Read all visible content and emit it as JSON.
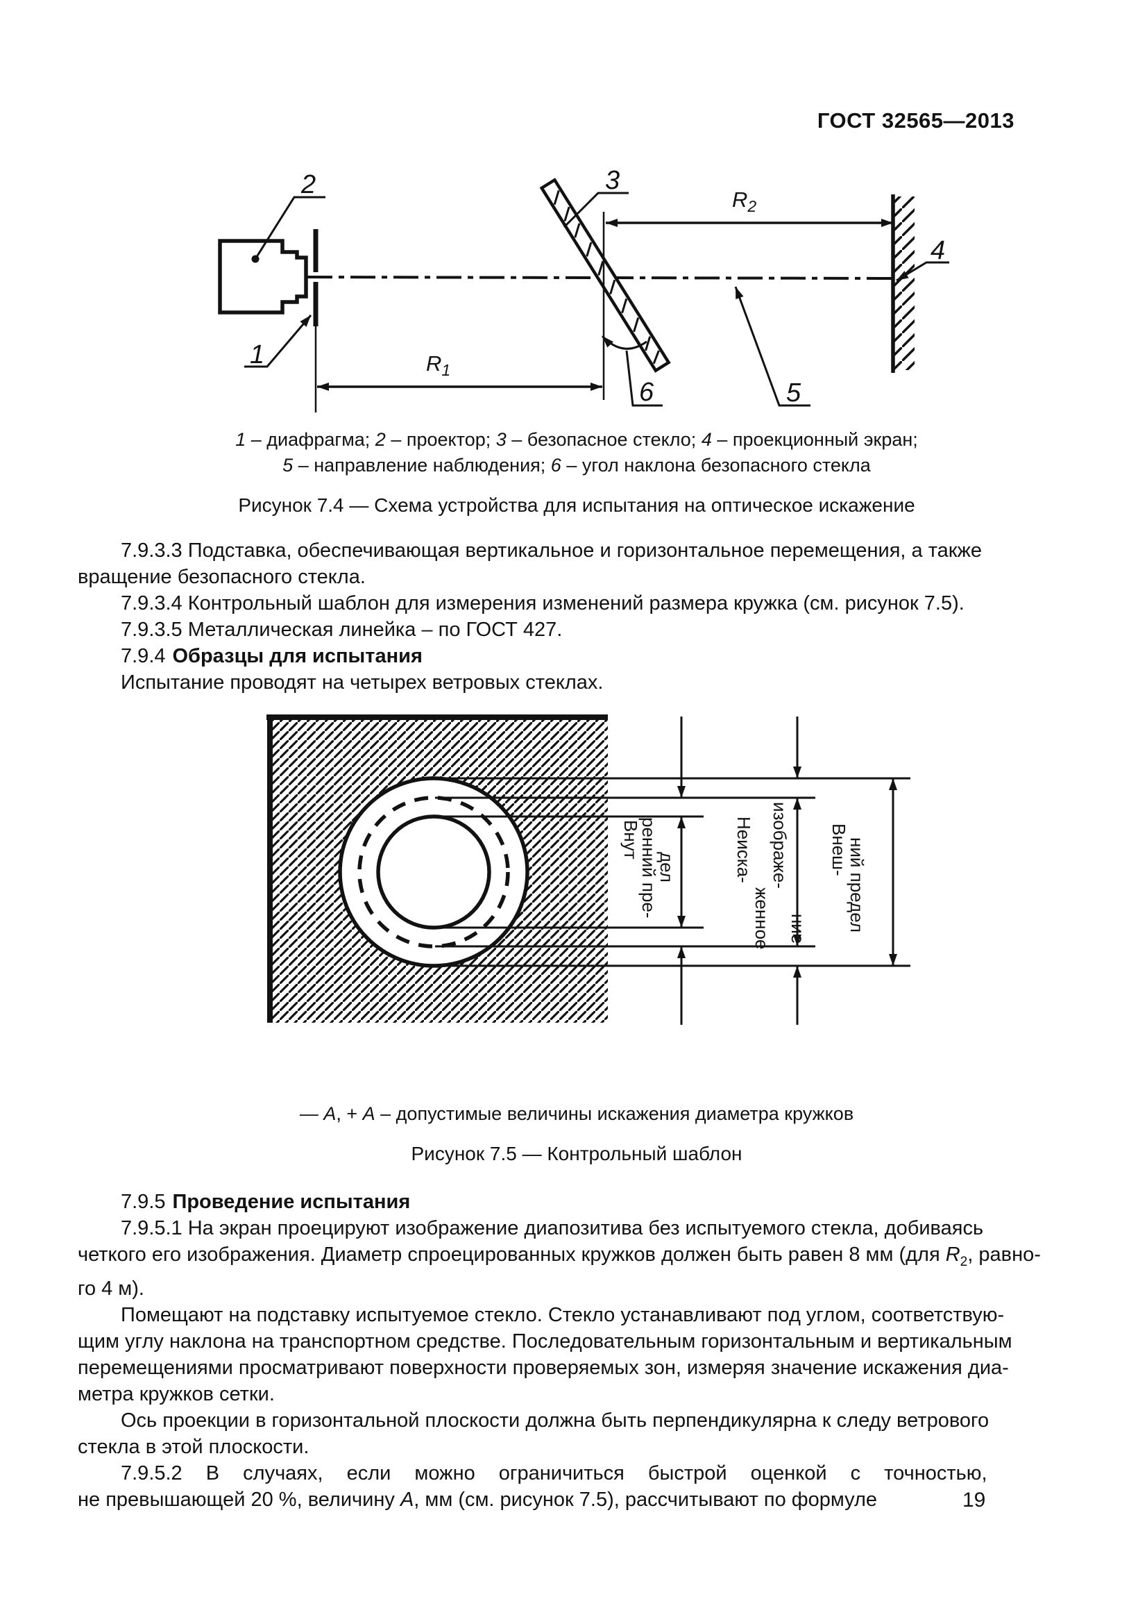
{
  "doc": {
    "header": "ГОСТ 32565—2013",
    "page_number": "19"
  },
  "fig74": {
    "callouts": {
      "n1": "1",
      "n2": "2",
      "n3": "3",
      "n4": "4",
      "n5": "5",
      "n6": "6"
    },
    "dims": {
      "r1": "R",
      "r1_sub": "1",
      "r2": "R",
      "r2_sub": "2"
    },
    "legend_line1": [
      {
        "t": "1",
        "s": "i"
      },
      {
        "t": " – диафрагма; "
      },
      {
        "t": "2",
        "s": "i"
      },
      {
        "t": " – проектор; "
      },
      {
        "t": "3",
        "s": "i"
      },
      {
        "t": " – безопасное стекло; "
      },
      {
        "t": "4",
        "s": "i"
      },
      {
        "t": " – проекционный экран;"
      }
    ],
    "legend_line2": [
      {
        "t": "5",
        "s": "i"
      },
      {
        "t": " – направление наблюдения; "
      },
      {
        "t": "6",
        "s": "i"
      },
      {
        "t": " – угол наклона безопасного стекла"
      }
    ],
    "caption": "Рисунок 7.4 — Схема устройства для испытания на оптическое искажение"
  },
  "sections_top": {
    "p7933": "7.9.3.3 Подставка, обеспечивающая вертикальное и горизонтальное перемещения, а также\nвращение безопасного стекла.",
    "p7934": "7.9.3.4 Контрольный шаблон для измерения изменений размера кружка (см. рисунок 7.5).",
    "p7935": "7.9.3.5 Металлическая линейка – по ГОСТ 427.",
    "h794_num": "7.9.4",
    "h794_title": "Образцы для испытания",
    "p794": "Испытание проводят на четырех ветровых стеклах."
  },
  "fig75": {
    "labels": {
      "inner": {
        "lines": [
          "Внут",
          "ренний пре-",
          "дел"
        ]
      },
      "undistorted": {
        "lines": [
          "Неиска-",
          "женное",
          "изображе-",
          "ние"
        ]
      },
      "outer": {
        "lines": [
          "Внеш-",
          "ний предел"
        ]
      }
    },
    "legend": [
      {
        "t": "— "
      },
      {
        "t": "А",
        "s": "i"
      },
      {
        "t": ", + "
      },
      {
        "t": "А",
        "s": "i"
      },
      {
        "t": " – допустимые величины искажения диаметра кружков"
      }
    ],
    "caption": "Рисунок 7.5 — Контрольный шаблон"
  },
  "sections_bottom": {
    "h795_num": "7.9.5",
    "h795_title": "Проведение испытания",
    "p7951": [
      {
        "t": "7.9.5.1 На экран проецируют изображение диапозитива без испытуемого стекла, добиваясь\nчеткого его изображения. Диаметр спроецированных кружков должен быть равен 8 мм (для "
      },
      {
        "t": "R",
        "s": "i"
      },
      {
        "t": "2",
        "s": "sub"
      },
      {
        "t": ", равно-\nго 4 м)."
      }
    ],
    "p7951b": "Помещают на подставку испытуемое стекло. Стекло устанавливают под углом, соответствую-\nщим углу наклона на транспортном средстве. Последовательным горизонтальным и вертикальным\nперемещениями просматривают поверхности проверяемых зон, измеряя значение искажения диа-\nметра кружков сетки.",
    "p7951c": "Ось проекции в горизонтальной плоскости должна быть перпендикулярна к следу ветрового\nстекла в этой плоскости.",
    "p7952": [
      {
        "t": "7.9.5.2 В случаях, если можно ограничиться быстрой оценкой с точностью,",
        "s": "ws"
      },
      {
        "t": "\nне превышающей 20 %, величину "
      },
      {
        "t": "А",
        "s": "i"
      },
      {
        "t": ", мм (см. рисунок 7.5), рассчитывают по формуле"
      }
    ]
  }
}
